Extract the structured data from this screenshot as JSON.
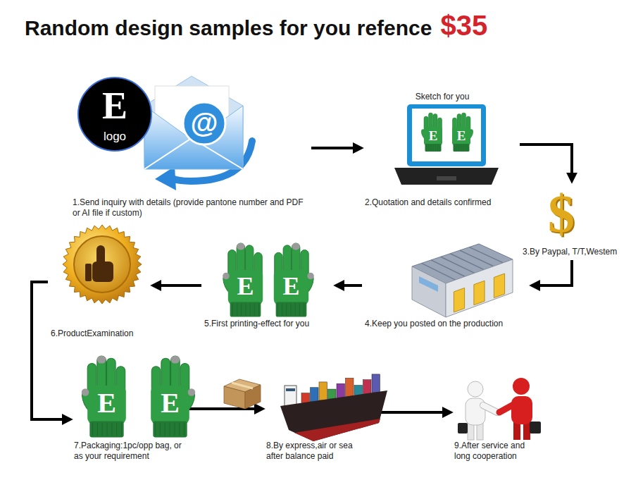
{
  "diagram": {
    "title": "Random design samples for you refence",
    "nodes": [
      {
        "text": [
          "1.Send inquiry with details (provide pantone number and PDF or AI file if custom)"
        ]
      },
      {
        "text": [
          "2.Quotation and details confirmed"
        ]
      },
      {
        "text": [
          "3.By Paypal, T/T,Westem"
        ]
      },
      {
        "text": [
          "4.Keep you posted on the production"
        ]
      },
      {
        "text": [
          "5.First printing-effect for you"
        ]
      },
      {
        "text": [
          "6.ProductExamination"
        ]
      },
      {
        "text": [
          "7.Packaging:1pc/opp bag, or as your requirement"
        ]
      },
      {
        "text": [
          "8.By express,air or sea after balance paid"
        ]
      },
      {
        "text": [
          "9.After service and long cooperation"
        ]
      }
    ],
    "edges": [
      {
        "from": 0,
        "to": 1,
        "arrow": "to"
      },
      {
        "from": 1,
        "to": 2,
        "arrow": "to"
      },
      {
        "from": 2,
        "to": 3,
        "arrow": "to"
      },
      {
        "from": 3,
        "to": 4,
        "arrow": "to"
      },
      {
        "from": 4,
        "to": 5,
        "arrow": "to"
      },
      {
        "from": 5,
        "to": 6,
        "arrow": "to"
      },
      {
        "from": 6,
        "to": 7,
        "arrow": "to"
      },
      {
        "from": 7,
        "to": 8,
        "arrow": "to"
      }
    ],
    "labels": [
      "$35",
      "E",
      "logo",
      "@",
      "Sketch for you",
      "E",
      "E",
      "$",
      "E",
      "E",
      "E",
      "E"
    ]
  }
}
